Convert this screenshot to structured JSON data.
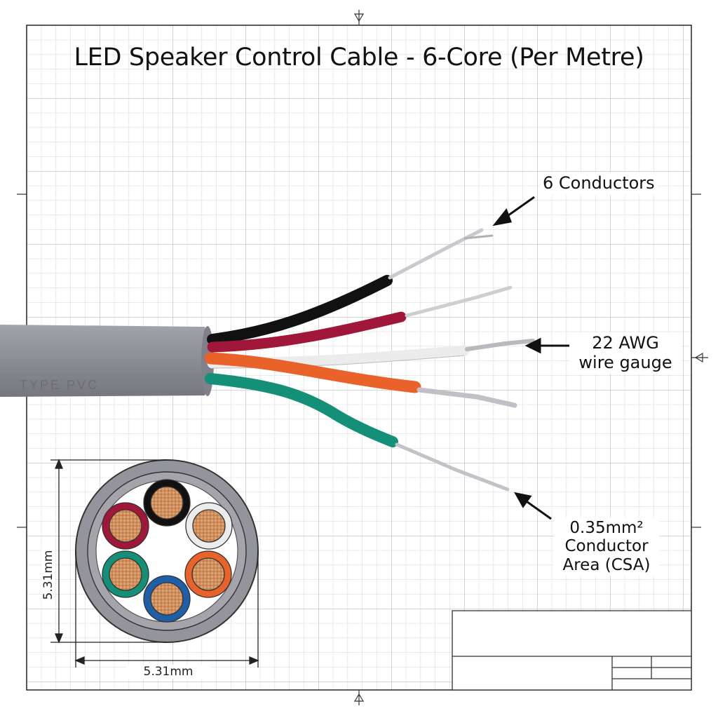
{
  "title": "LED Speaker Control Cable - 6-Core (Per Metre)",
  "callouts": {
    "conductors": "6 Conductors",
    "gauge_line1": "22 AWG",
    "gauge_line2": "wire gauge",
    "csa_line1": "0.35mm²",
    "csa_line2": "Conductor",
    "csa_line3": "Area (CSA)"
  },
  "dimensions": {
    "vertical": "5.31mm",
    "horizontal": "5.31mm"
  },
  "colors": {
    "grid": "#c9c9c9",
    "border": "#333333",
    "jacket": "#8f8f96",
    "black": "#111111",
    "red": "#a0173a",
    "white": "#efefef",
    "orange": "#e8622a",
    "green": "#149078",
    "blue": "#1f5fa8",
    "copper": "#c98a55"
  },
  "cores": [
    "black",
    "red",
    "white",
    "orange",
    "green",
    "blue"
  ]
}
